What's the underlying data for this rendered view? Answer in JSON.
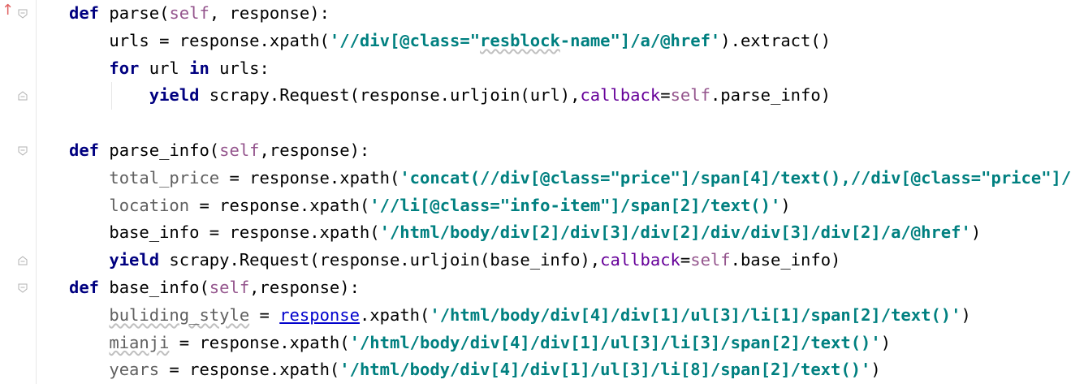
{
  "editor": {
    "lines": [
      {
        "indent": 0,
        "tokens": [
          {
            "t": "def",
            "c": "kw"
          },
          {
            "t": " parse(",
            "c": ""
          },
          {
            "t": "self",
            "c": "self"
          },
          {
            "t": ", response):",
            "c": ""
          }
        ]
      },
      {
        "indent": 1,
        "tokens": [
          {
            "t": "urls = response.xpath(",
            "c": ""
          },
          {
            "t": "'//div[@class=\"",
            "c": "str"
          },
          {
            "t": "resblock",
            "c": "str squig"
          },
          {
            "t": "-name\"]/a/@href'",
            "c": "str"
          },
          {
            "t": ").extract()",
            "c": ""
          }
        ]
      },
      {
        "indent": 1,
        "tokens": [
          {
            "t": "for",
            "c": "kw"
          },
          {
            "t": " url ",
            "c": ""
          },
          {
            "t": "in",
            "c": "kw"
          },
          {
            "t": " urls:",
            "c": ""
          }
        ]
      },
      {
        "indent": 2,
        "tokens": [
          {
            "t": "yield",
            "c": "kw"
          },
          {
            "t": " scrapy.Request(response.urljoin(url),",
            "c": ""
          },
          {
            "t": "callback",
            "c": "kwarg"
          },
          {
            "t": "=",
            "c": ""
          },
          {
            "t": "self",
            "c": "self"
          },
          {
            "t": ".parse_info)",
            "c": ""
          }
        ]
      },
      {
        "indent": 0,
        "tokens": []
      },
      {
        "indent": 0,
        "tokens": [
          {
            "t": "def",
            "c": "kw"
          },
          {
            "t": " parse_info(",
            "c": ""
          },
          {
            "t": "self",
            "c": "self"
          },
          {
            "t": ",response):",
            "c": ""
          }
        ]
      },
      {
        "indent": 1,
        "tokens": [
          {
            "t": "total_price",
            "c": "grey"
          },
          {
            "t": " = response.xpath(",
            "c": ""
          },
          {
            "t": "'concat(//div[@class=\"price\"]/span[4]/text(),//div[@class=\"price\"]/",
            "c": "str"
          }
        ]
      },
      {
        "indent": 1,
        "tokens": [
          {
            "t": "location",
            "c": "grey"
          },
          {
            "t": " = response.xpath(",
            "c": ""
          },
          {
            "t": "'//li[@class=\"info-item\"]/span[2]/text()'",
            "c": "str"
          },
          {
            "t": ")",
            "c": ""
          }
        ]
      },
      {
        "indent": 1,
        "tokens": [
          {
            "t": "base_info = response.xpath(",
            "c": ""
          },
          {
            "t": "'/html/body/div[2]/div[3]/div[2]/div/div[3]/div[2]/a/@href'",
            "c": "str"
          },
          {
            "t": ")",
            "c": ""
          }
        ]
      },
      {
        "indent": 1,
        "tokens": [
          {
            "t": "yield",
            "c": "kw"
          },
          {
            "t": " scrapy.Request(response.urljoin(base_info),",
            "c": ""
          },
          {
            "t": "callback",
            "c": "kwarg"
          },
          {
            "t": "=",
            "c": ""
          },
          {
            "t": "self",
            "c": "self"
          },
          {
            "t": ".base_info)",
            "c": ""
          }
        ]
      },
      {
        "indent": 0,
        "tokens": [
          {
            "t": "def",
            "c": "kw"
          },
          {
            "t": " base_info(",
            "c": ""
          },
          {
            "t": "self",
            "c": "self"
          },
          {
            "t": ",response):",
            "c": ""
          }
        ]
      },
      {
        "indent": 1,
        "tokens": [
          {
            "t": "buliding_style",
            "c": "grey squig"
          },
          {
            "t": " = ",
            "c": ""
          },
          {
            "t": "response",
            "c": "link"
          },
          {
            "t": ".xpath(",
            "c": ""
          },
          {
            "t": "'/html/body/div[4]/div[1]/ul[3]/li[1]/span[2]/text()'",
            "c": "str"
          },
          {
            "t": ")",
            "c": ""
          }
        ]
      },
      {
        "indent": 1,
        "tokens": [
          {
            "t": "mianji",
            "c": "grey squig"
          },
          {
            "t": " = response.xpath(",
            "c": ""
          },
          {
            "t": "'/html/body/div[4]/div[1]/ul[3]/li[3]/span[2]/text()'",
            "c": "str"
          },
          {
            "t": ")",
            "c": ""
          }
        ]
      },
      {
        "indent": 1,
        "tokens": [
          {
            "t": "years",
            "c": "grey"
          },
          {
            "t": " = response.xpath(",
            "c": ""
          },
          {
            "t": "'/html/body/div[4]/div[1]/ul[3]/li[8]/span[2]/text()'",
            "c": "str"
          },
          {
            "t": ")",
            "c": ""
          }
        ]
      }
    ]
  },
  "gutter": {
    "arrow_icon": "up-arrow-icon",
    "fold_markers": [
      {
        "line": 0,
        "kind": "fold-open-icon"
      },
      {
        "line": 3,
        "kind": "fold-close-icon"
      },
      {
        "line": 5,
        "kind": "fold-open-icon"
      },
      {
        "line": 9,
        "kind": "fold-close-icon"
      },
      {
        "line": 10,
        "kind": "fold-open-icon"
      }
    ]
  }
}
